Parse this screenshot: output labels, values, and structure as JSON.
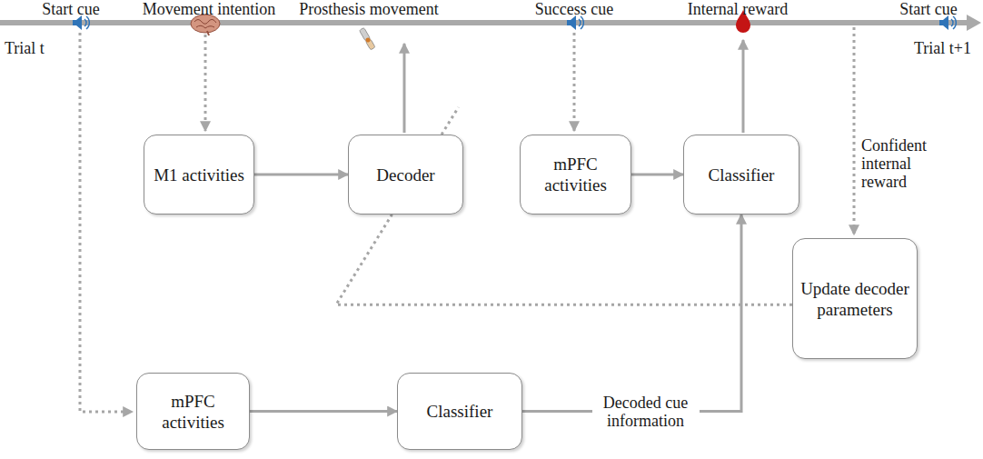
{
  "diagram": {
    "nodes": [
      {
        "text": [
          "M1 activities"
        ]
      },
      {
        "text": [
          "Decoder"
        ]
      },
      {
        "text": [
          "mPFC activities"
        ]
      },
      {
        "text": [
          "Classifier"
        ]
      },
      {
        "text": [
          "Update decoder parameters"
        ]
      },
      {
        "text": [
          "mPFC activities"
        ]
      },
      {
        "text": [
          "Classifier"
        ]
      }
    ],
    "edges": [
      {
        "from": 0,
        "to": 1,
        "arrow": "to"
      },
      {
        "from": 2,
        "to": 3,
        "arrow": "to"
      },
      {
        "from": 5,
        "to": 6,
        "arrow": "to"
      },
      {
        "from": 6,
        "to": 3,
        "label": "Decoded cue information",
        "arrow": "to"
      },
      {
        "from": 4,
        "to": 1,
        "arrow": "none"
      }
    ],
    "labels": [
      "Start cue",
      "Movement intention",
      "Prosthesis movement",
      "Success cue",
      "Internal reward",
      "Start cue",
      "Trial t",
      "Trial t+1",
      "Confident internal reward"
    ]
  }
}
